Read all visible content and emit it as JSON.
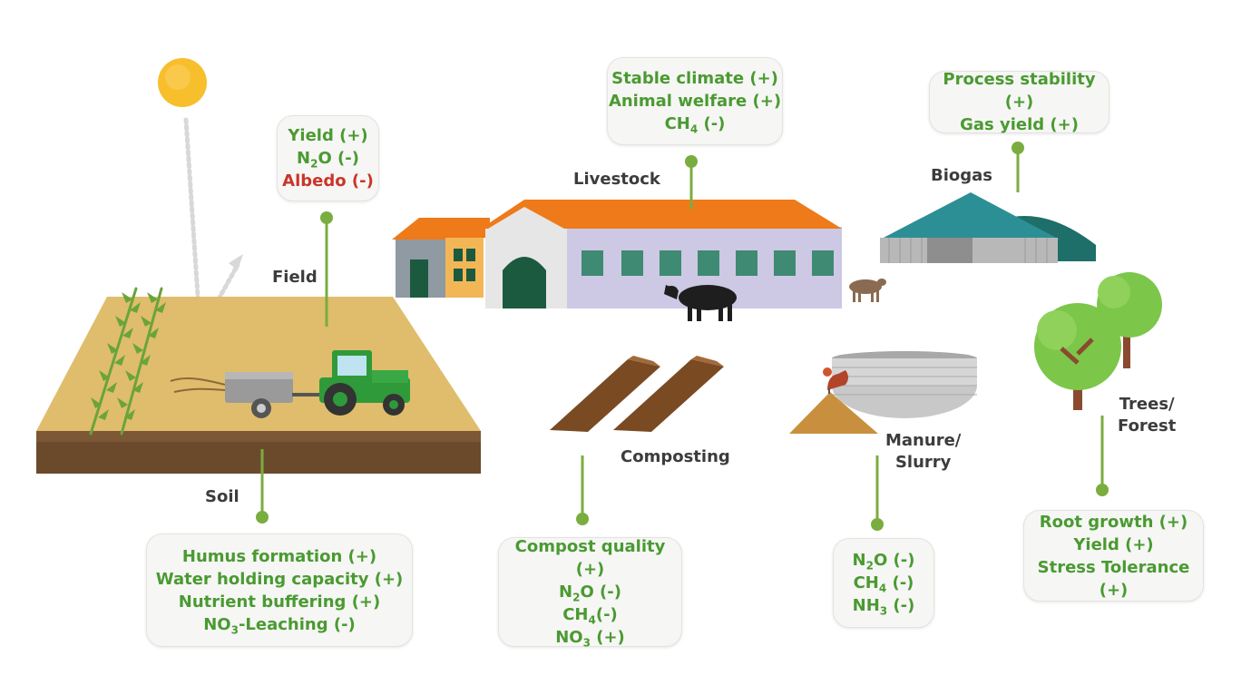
{
  "labels": {
    "field": "Field",
    "livestock": "Livestock",
    "biogas": "Biogas",
    "soil": "Soil",
    "composting": "Composting",
    "manure_line1": "Manure/",
    "manure_line2": "Slurry",
    "trees_line1": "Trees/",
    "trees_line2": "Forest"
  },
  "cards": {
    "field": {
      "yield": "Yield (+)",
      "n2o_pre": "N",
      "n2o_sub": "2",
      "n2o_post": "O (-)",
      "albedo": "Albedo (-)"
    },
    "livestock": {
      "stable_climate": "Stable climate (+)",
      "animal_welfare": "Animal welfare (+)",
      "ch4_pre": "CH",
      "ch4_sub": "4",
      "ch4_post": " (-)"
    },
    "biogas": {
      "process_stability": "Process stability (+)",
      "gas_yield": "Gas yield (+)"
    },
    "soil": {
      "humus": "Humus formation (+)",
      "water": "Water holding capacity (+)",
      "nutrient": "Nutrient buffering (+)",
      "no3_pre": "NO",
      "no3_sub": "3",
      "no3_post": "-Leaching (-)"
    },
    "composting": {
      "compost_quality": "Compost quality (+)",
      "n2o_pre": "N",
      "n2o_sub": "2",
      "n2o_post": "O (-)",
      "ch4_pre": "CH",
      "ch4_sub": "4",
      "ch4_post": "(-)",
      "no3_pre": "NO",
      "no3_sub": "3",
      "no3_post": " (+)"
    },
    "manure": {
      "n2o_pre": "N",
      "n2o_sub": "2",
      "n2o_post": "O (-)",
      "ch4_pre": "CH",
      "ch4_sub": "4",
      "ch4_post": " (-)",
      "nh3_pre": "NH",
      "nh3_sub": "3",
      "nh3_post": " (-)"
    },
    "trees": {
      "root_growth": "Root growth (+)",
      "yield": "Yield (+)",
      "stress_tolerance": "Stress Tolerance (+)"
    }
  },
  "colors": {
    "text_positive": "#4a9a32",
    "text_negative": "#c9352a",
    "connector": "#7aad3f",
    "roof": "#ee7a1a",
    "barn_wall": "#cdc8e4",
    "window": "#3f8a73",
    "field": "#dfbd6c",
    "soil": "#6b4a2c",
    "tractor": "#2f9a3a",
    "biogas_dome": "#2c8f95",
    "tree_green": "#7cc64a",
    "trunk": "#8a4a30",
    "sun": "#f7bf2c"
  }
}
